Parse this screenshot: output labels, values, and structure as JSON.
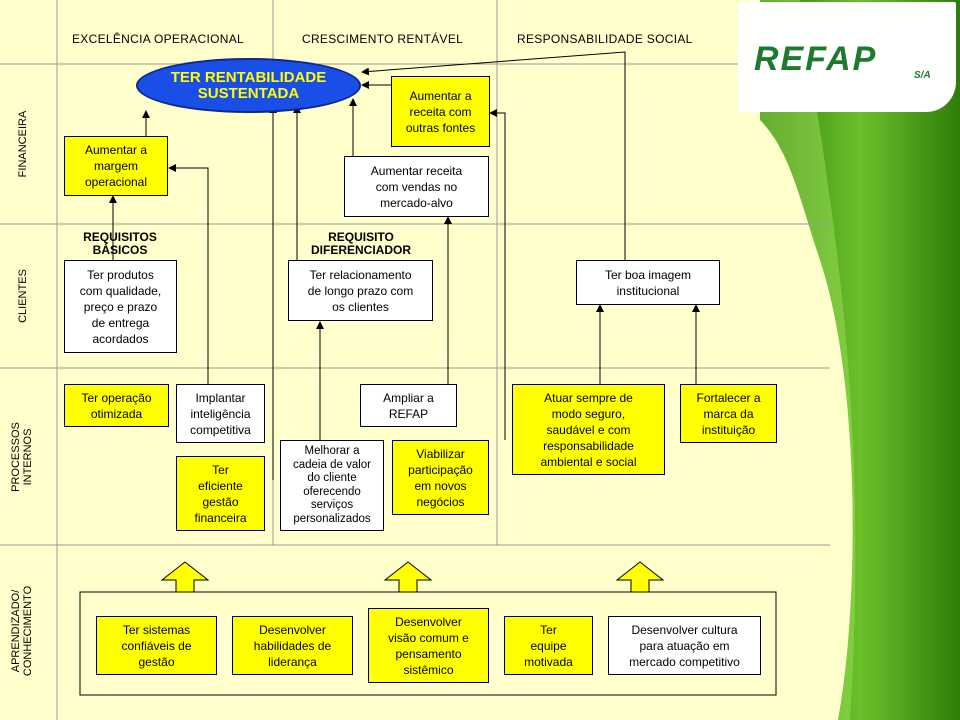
{
  "logo": {
    "text": "REFAP",
    "suffix": "S/A"
  },
  "columns": [
    "EXCELÊNCIA OPERACIONAL",
    "CRESCIMENTO RENTÁVEL",
    "RESPONSABILIDADE SOCIAL"
  ],
  "rows": [
    "FINANCEIRA",
    "CLIENTES",
    "PROCESSOS\nINTERNOS",
    "APRENDIZADO/\nCONHECIMENTO"
  ],
  "goal": "TER RENTABILIDADE\nSUSTENTADA",
  "requirements": {
    "basic": "REQUISITOS\nBÁSICOS",
    "differentiator": "REQUISITO\nDIFERENCIADOR"
  },
  "financial": {
    "margin": "Aumentar a\nmargem\noperacional",
    "other_sources": "Aumentar a\nreceita com\noutras fontes",
    "target_market": "Aumentar receita\ncom vendas no\nmercado-alvo"
  },
  "clients": {
    "products": "Ter produtos\ncom qualidade,\npreço e prazo\nde entrega\nacordados",
    "relationship": "Ter relacionamento\nde longo prazo com\nos clientes",
    "image": "Ter boa imagem\ninstitucional"
  },
  "processes": {
    "optimized": "Ter operação\notimizada",
    "intelligence": "Implantar\ninteligência\ncompetitiva",
    "financial_mgmt": "Ter\neficiente\ngestão\nfinanceira",
    "value_chain": "Melhorar a\ncadeia de valor\ndo cliente\noferecendo\nserviços\npersonalizados",
    "expand": "Ampliar a\nREFAP",
    "new_business": "Viabilizar\nparticipação\nem novos\nnegócios",
    "safe": "Atuar sempre de\nmodo seguro,\nsaudável e com\nresponsabilidade\nambiental e social",
    "brand": "Fortalecer a\nmarca da\ninstituição"
  },
  "learning": {
    "systems": "Ter sistemas\nconfiáveis de\ngestão",
    "leadership": "Desenvolver\nhabilidades de\nliderança",
    "vision": "Desenvolver\nvisão comum e\npensamento\nsistêmico",
    "team": "Ter\nequipe\nmotivada",
    "culture": "Desenvolver cultura\npara atuação em\nmercado competitivo"
  },
  "colors": {
    "background": "#ffffcc",
    "box_yellow": "#ffff00",
    "goal_blue": "#1a4ee8",
    "goal_text": "#ffff00",
    "logo_green": "#1f7a2e",
    "side_green": "#4a9a14"
  }
}
